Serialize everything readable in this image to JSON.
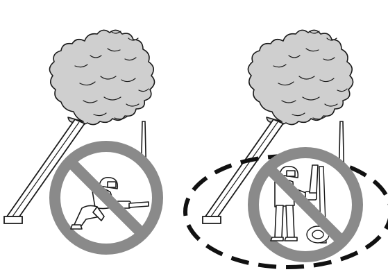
{
  "panels": [
    {
      "id": "left",
      "depicts": "kneeling-person-cutting-leaning-tree",
      "prohibition_icon": "prohibition-icon",
      "danger_zone_ring": false
    },
    {
      "id": "right",
      "depicts": "standing-person-cutting-leaning-tree",
      "prohibition_icon": "prohibition-icon",
      "danger_zone_ring": true
    }
  ],
  "colors": {
    "background": "#ffffff",
    "line": "#1a1a1a",
    "tree_fill": "#cfcfcf",
    "prohibition_ring": "#8a8a8a",
    "danger_zone_dash": "#111111"
  }
}
